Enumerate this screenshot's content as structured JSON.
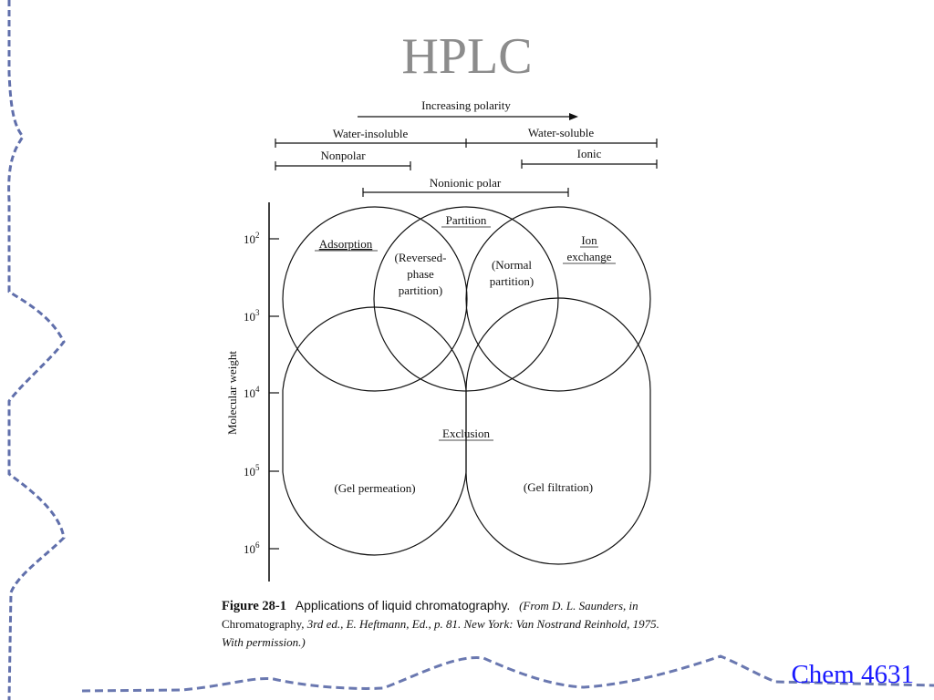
{
  "slide": {
    "title": "HPLC",
    "course": "Chem 4631"
  },
  "diagram": {
    "top_arrow": "Increasing polarity",
    "range_bars": {
      "water_insoluble": "Water-insoluble",
      "water_soluble": "Water-soluble",
      "nonpolar": "Nonpolar",
      "ionic": "Ionic",
      "nonionic_polar": "Nonionic polar"
    },
    "y_axis": {
      "label": "Molecular weight",
      "ticks": [
        {
          "base": "10",
          "exp": "2"
        },
        {
          "base": "10",
          "exp": "3"
        },
        {
          "base": "10",
          "exp": "4"
        },
        {
          "base": "10",
          "exp": "5"
        },
        {
          "base": "10",
          "exp": "6"
        }
      ]
    },
    "regions": {
      "adsorption": "Adsorption",
      "partition": "Partition",
      "reversed_1": "(Reversed-",
      "reversed_2": "phase",
      "reversed_3": "partition)",
      "normal_1": "(Normal",
      "normal_2": "partition)",
      "ion_1": "Ion",
      "ion_2": "exchange",
      "exclusion": "Exclusion",
      "gel_permeation": "(Gel permeation)",
      "gel_filtration": "(Gel filtration)"
    }
  },
  "caption": {
    "figure_number": "Figure 28-1",
    "figure_text": "Applications of liquid chromatography.",
    "source_1": "(From D. L. Saunders, in",
    "source_book": "Chromatography,",
    "source_2": "3rd ed., E. Heftmann, Ed., p. 81. New York: Van Nostrand Reinhold, 1975.",
    "source_3": "With permission.)"
  },
  "colors": {
    "title": "#8c8c8c",
    "course": "#1a1aff",
    "decoration": "#2b3f8f"
  }
}
